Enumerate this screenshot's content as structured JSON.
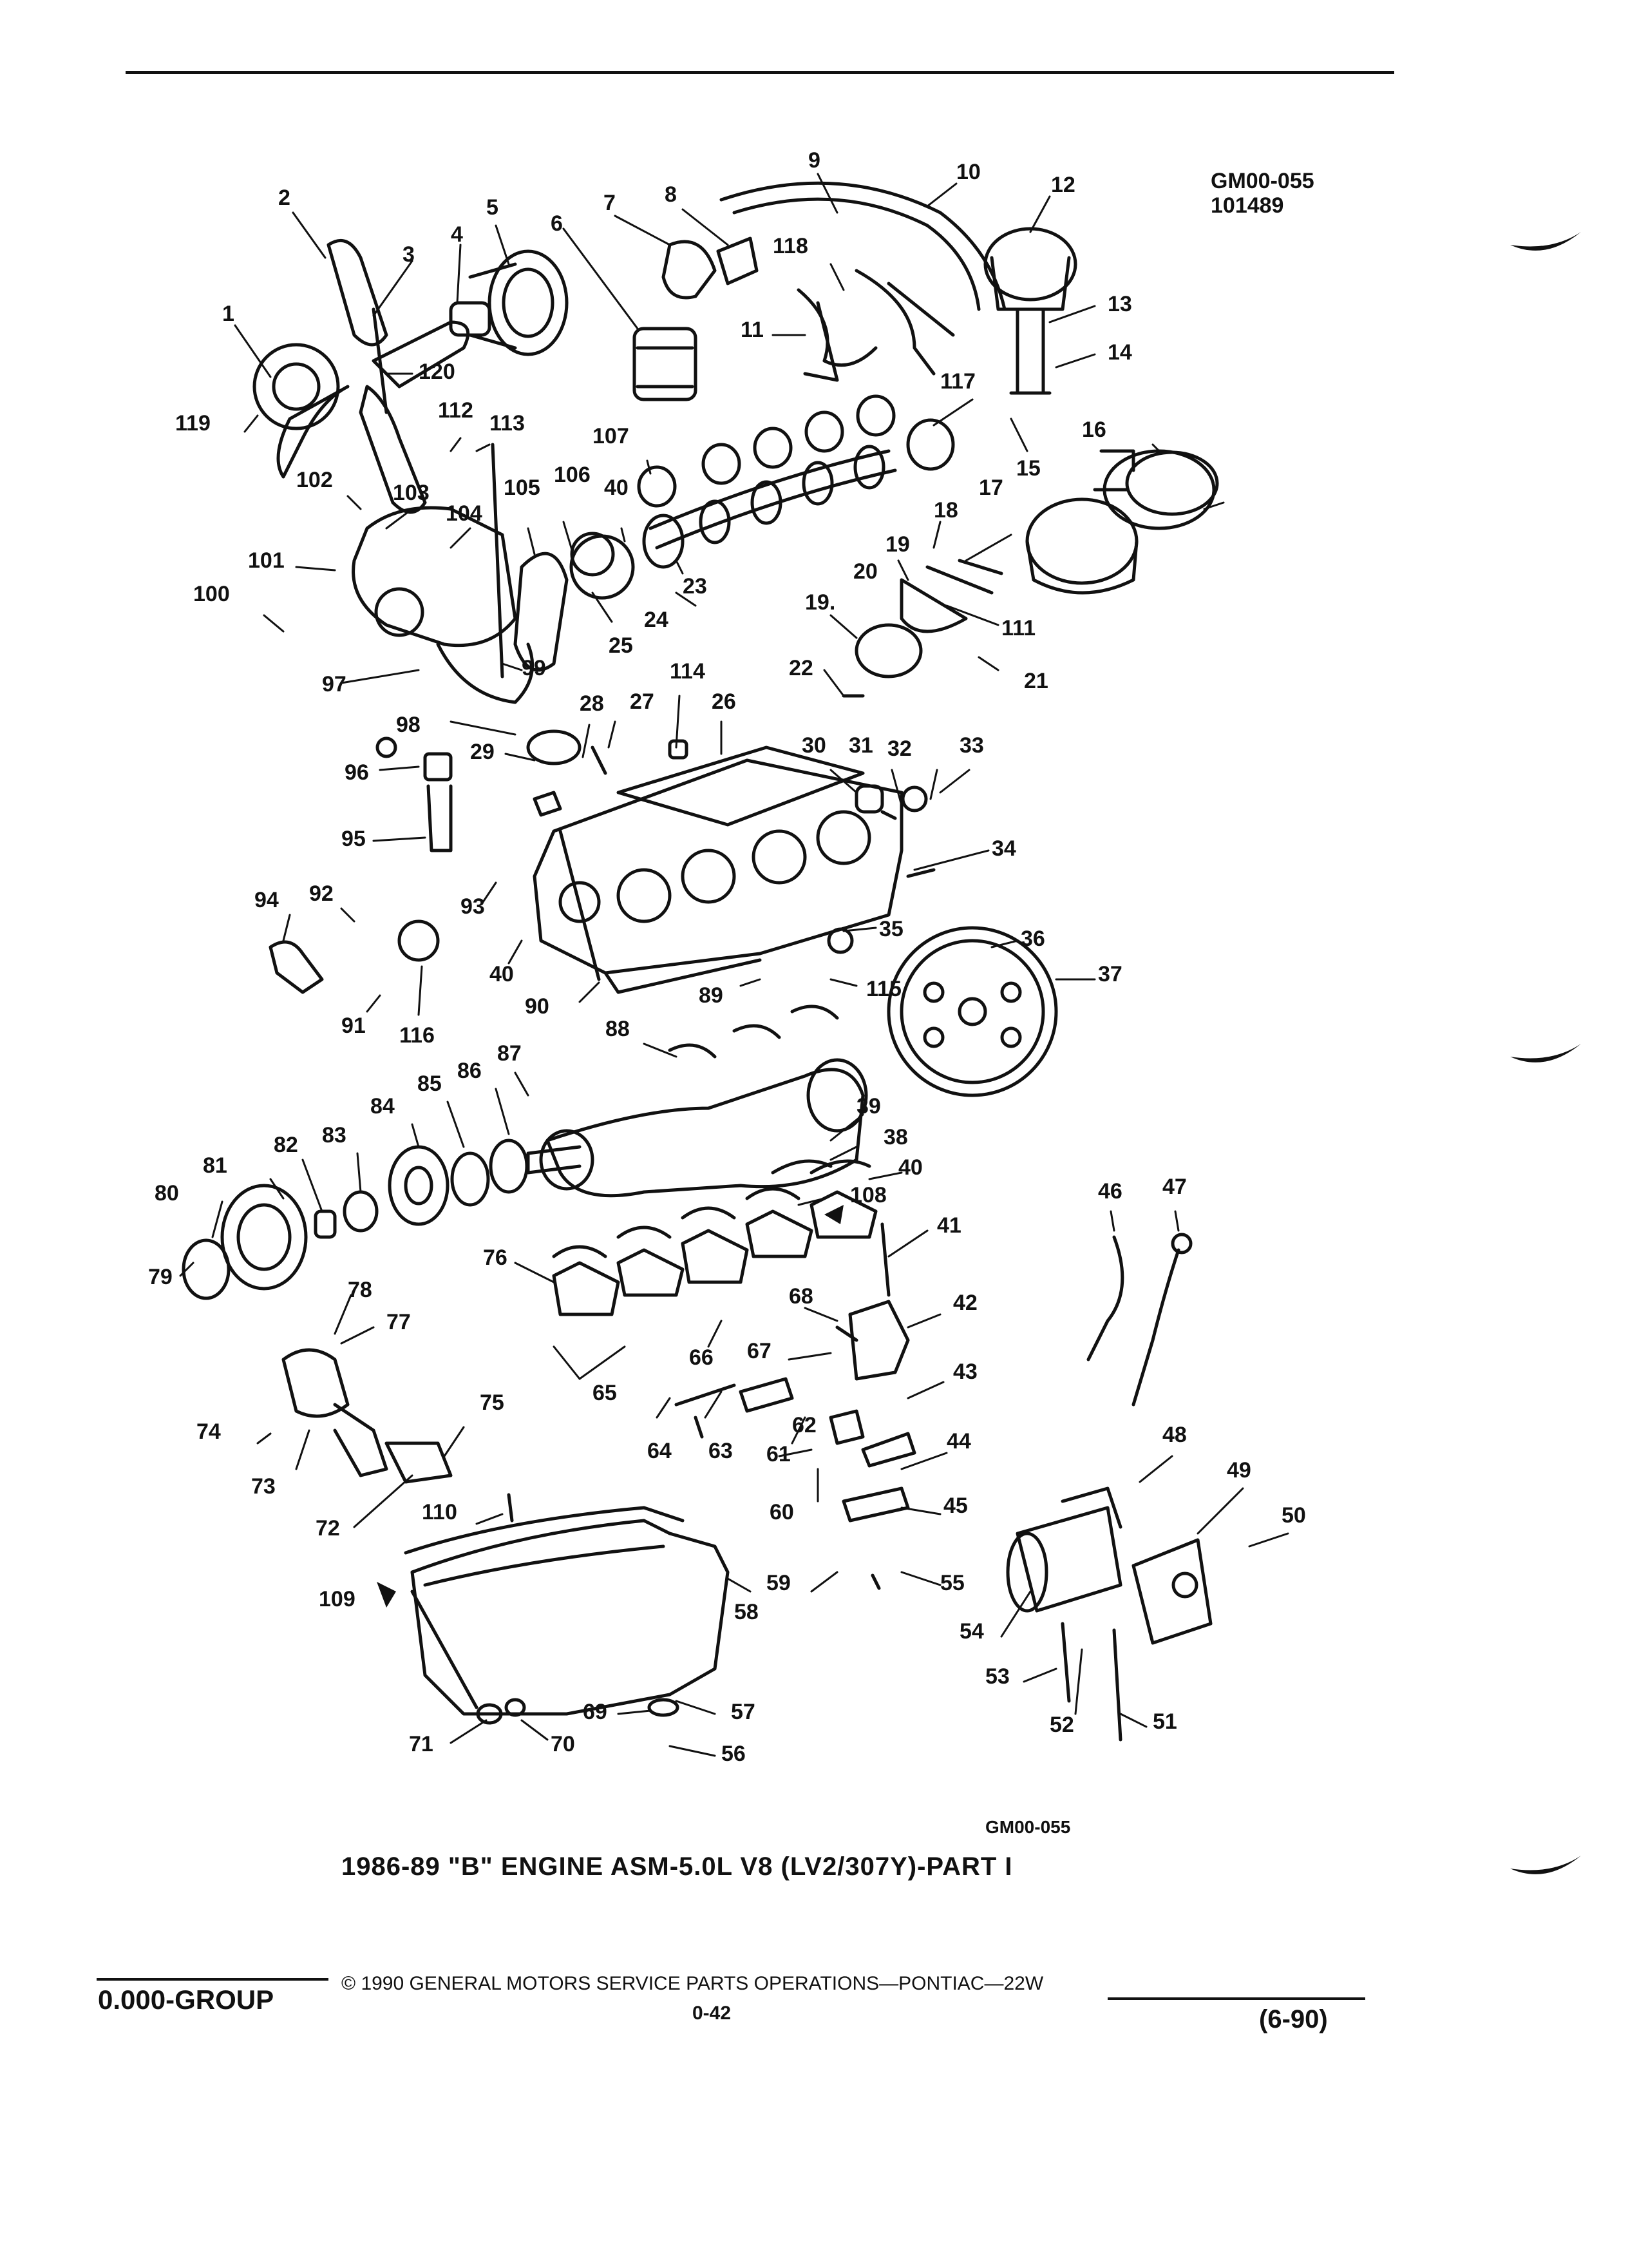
{
  "figure_code": {
    "line1": "GM00-055",
    "line2": "101489"
  },
  "figure_code_bottom": "GM00-055",
  "caption": "1986-89 \"B\" ENGINE ASM-5.0L V8 (LV2/307Y)-PART I",
  "footer": {
    "group": "0.000-GROUP",
    "copyright": "© 1990 GENERAL MOTORS SERVICE PARTS OPERATIONS—PONTIAC—22W",
    "page": "0-42",
    "date": "(6-90)"
  },
  "callouts": [
    "1",
    "2",
    "3",
    "4",
    "5",
    "6",
    "7",
    "8",
    "9",
    "10",
    "12",
    "118",
    "11",
    "13",
    "14",
    "117",
    "15",
    "16",
    "119",
    "120",
    "112",
    "113",
    "107",
    "102",
    "103",
    "104",
    "105",
    "106",
    "40",
    "17",
    "18",
    "19",
    "20",
    "101",
    "100",
    "23",
    "24",
    "111",
    "25",
    "19.",
    "21",
    "22",
    "97",
    "99",
    "114",
    "98",
    "28",
    "27",
    "26",
    "30",
    "31",
    "32",
    "33",
    "29",
    "96",
    "95",
    "34",
    "94",
    "92",
    "93",
    "40",
    "35",
    "36",
    "37",
    "90",
    "89",
    "115",
    "91",
    "116",
    "88",
    "87",
    "86",
    "85",
    "84",
    "83",
    "82",
    "81",
    "80",
    "39",
    "38",
    "40",
    "108",
    "41",
    "46",
    "47",
    "79",
    "78",
    "77",
    "76",
    "68",
    "66",
    "67",
    "42",
    "65",
    "43",
    "74",
    "75",
    "64",
    "63",
    "62",
    "61",
    "44",
    "73",
    "48",
    "49",
    "60",
    "45",
    "72",
    "110",
    "50",
    "109",
    "59",
    "55",
    "58",
    "54",
    "53",
    "52",
    "51",
    "69",
    "57",
    "71",
    "70",
    "56"
  ]
}
